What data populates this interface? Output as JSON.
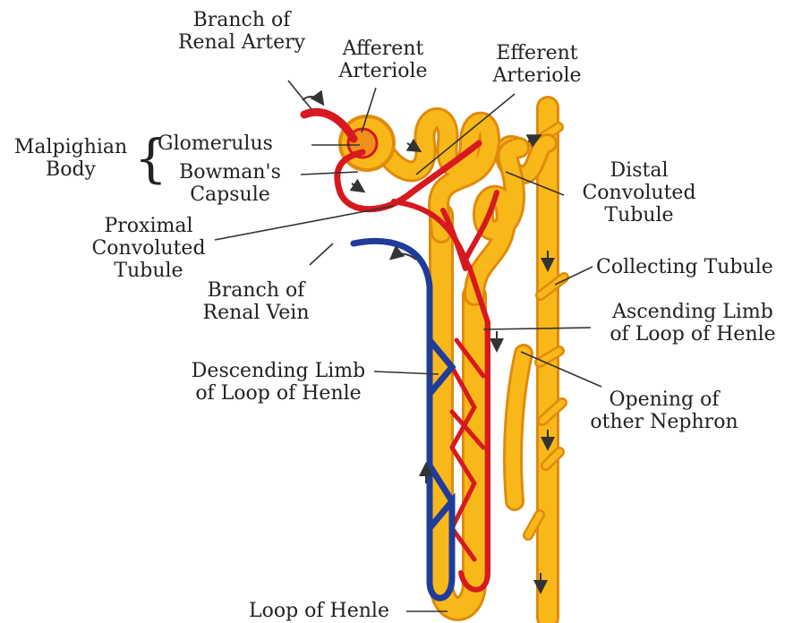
{
  "diagram": {
    "colors": {
      "tubule": "#f9b81a",
      "tubule_edge": "#e08a0c",
      "artery": "#d7191f",
      "vein": "#1f3c9a",
      "leader": "#333333",
      "text": "#222222"
    },
    "labels": {
      "branch_renal_artery": [
        "Branch of",
        "Renal Artery"
      ],
      "afferent_arteriole": [
        "Afferent",
        "Arteriole"
      ],
      "efferent_arteriole": [
        "Efferent",
        "Arteriole"
      ],
      "malpighian_body": [
        "Malpighian",
        "Body"
      ],
      "glomerulus": "Glomerulus",
      "bowmans_capsule": [
        "Bowman's",
        "Capsule"
      ],
      "distal_convoluted_tubule": [
        "Distal",
        "Convoluted",
        "Tubule"
      ],
      "proximal_convoluted_tubule": [
        "Proximal",
        "Convoluted",
        "Tubule"
      ],
      "collecting_tubule": "Collecting Tubule",
      "branch_renal_vein": [
        "Branch of",
        "Renal Vein"
      ],
      "ascending_limb": [
        "Ascending Limb",
        "of Loop of Henle"
      ],
      "descending_limb": [
        "Descending Limb",
        "of Loop of Henle"
      ],
      "opening_other_nephron": [
        "Opening of",
        "other Nephron"
      ],
      "loop_of_henle": "Loop of Henle"
    }
  }
}
